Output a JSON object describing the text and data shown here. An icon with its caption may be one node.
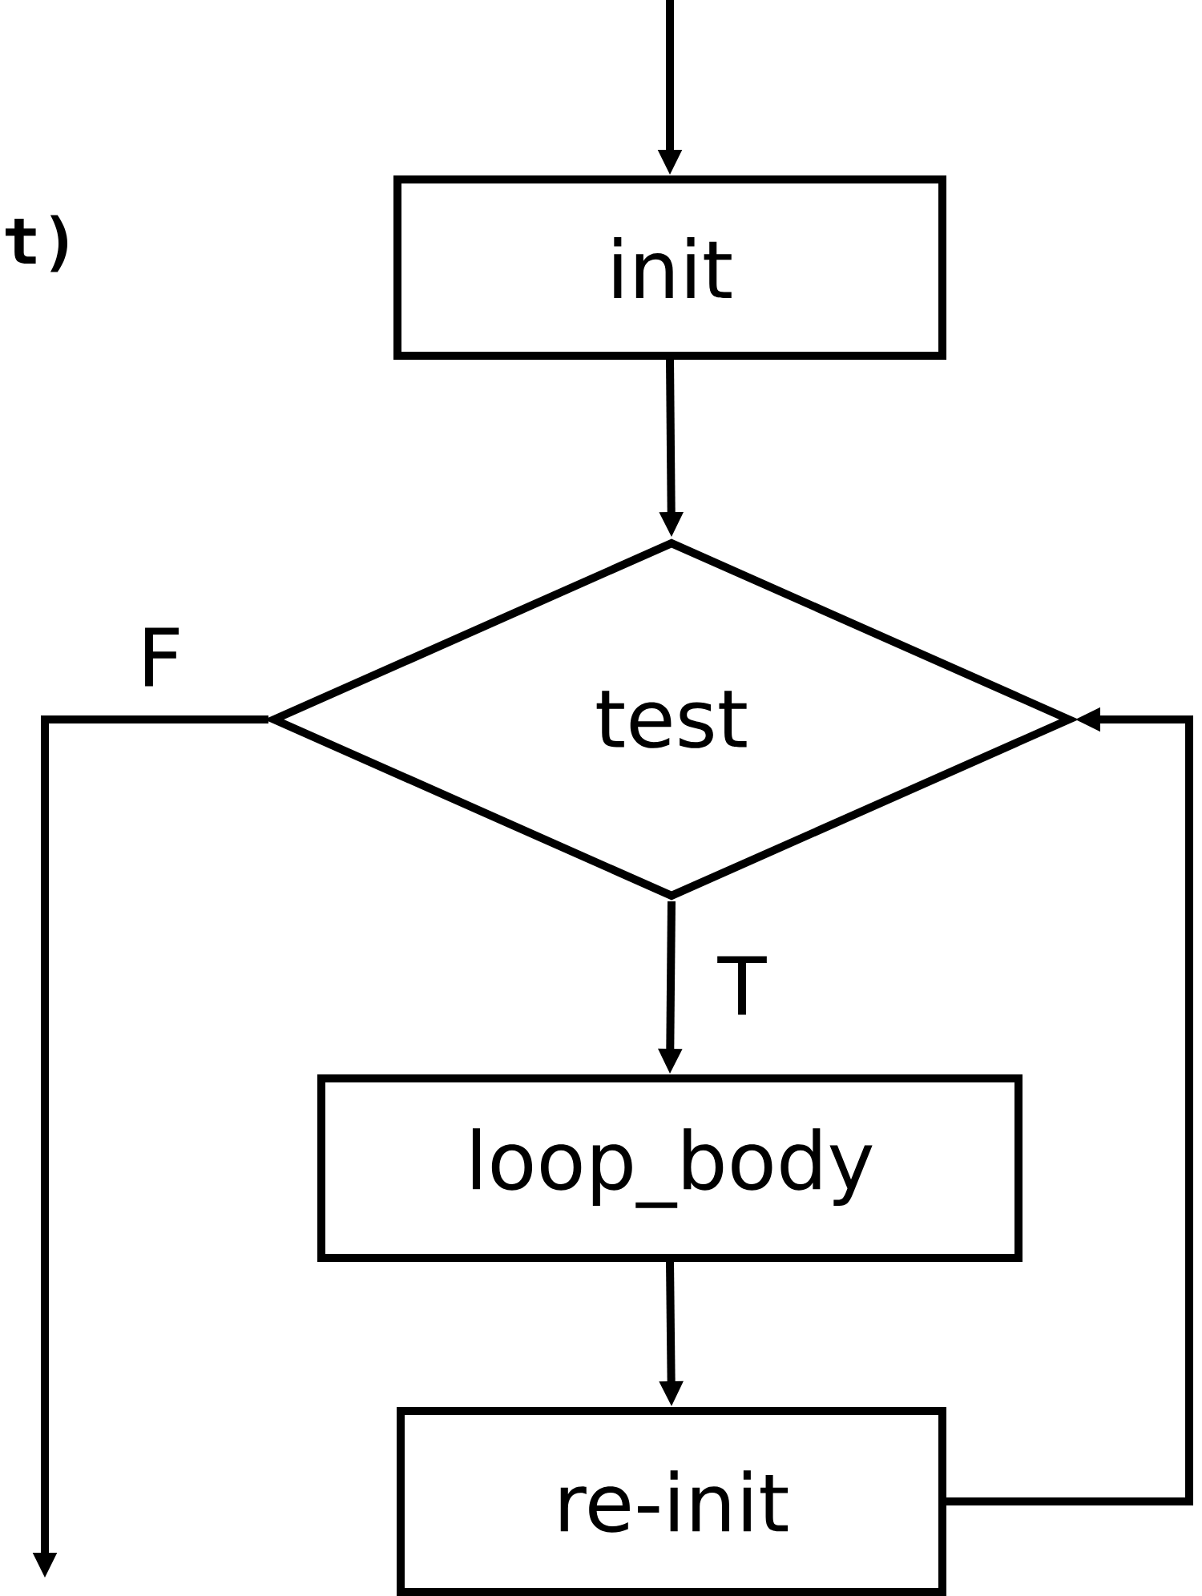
{
  "diagram": {
    "nodes": [
      {
        "text": [
          "init"
        ]
      },
      {
        "text": [
          "test"
        ]
      },
      {
        "text": [
          "loop_body"
        ]
      },
      {
        "text": [
          "re-init"
        ]
      }
    ],
    "edges": [
      {
        "from": null,
        "to": 0,
        "arrow": "to"
      },
      {
        "from": 0,
        "to": 1,
        "arrow": "to"
      },
      {
        "from": 1,
        "to": 2,
        "arrow": "to",
        "label": "T"
      },
      {
        "from": 2,
        "to": 3,
        "arrow": "to"
      },
      {
        "from": 3,
        "to": 1,
        "arrow": "to"
      },
      {
        "from": 1,
        "to": null,
        "arrow": "to",
        "label": "F"
      }
    ],
    "labels": [
      "t)"
    ]
  }
}
